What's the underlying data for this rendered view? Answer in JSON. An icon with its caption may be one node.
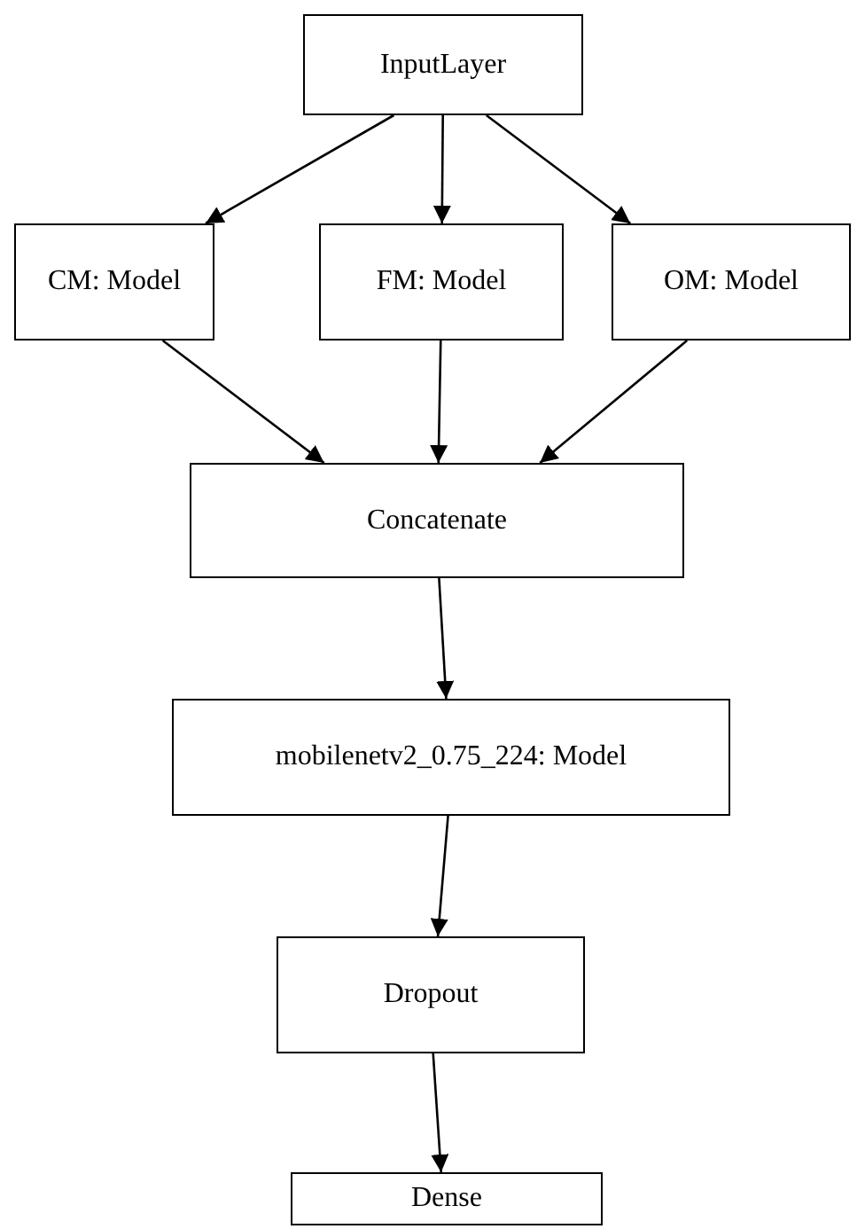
{
  "diagram": {
    "nodes": [
      {
        "text": [
          "InputLayer"
        ]
      },
      {
        "text": [
          "CM: Model"
        ]
      },
      {
        "text": [
          "FM: Model"
        ]
      },
      {
        "text": [
          "OM: Model"
        ]
      },
      {
        "text": [
          "Concatenate"
        ]
      },
      {
        "text": [
          "mobilenetv2_0.75_224: Model"
        ]
      },
      {
        "text": [
          "Dropout"
        ]
      },
      {
        "text": [
          "Dense"
        ]
      }
    ],
    "edges": [
      {
        "from": 0,
        "to": 1,
        "arrow": "to"
      },
      {
        "from": 0,
        "to": 2,
        "arrow": "to"
      },
      {
        "from": 0,
        "to": 3,
        "arrow": "to"
      },
      {
        "from": 1,
        "to": 4,
        "arrow": "to"
      },
      {
        "from": 2,
        "to": 4,
        "arrow": "to"
      },
      {
        "from": 3,
        "to": 4,
        "arrow": "to"
      },
      {
        "from": 4,
        "to": 5,
        "arrow": "to"
      },
      {
        "from": 5,
        "to": 6,
        "arrow": "to"
      },
      {
        "from": 6,
        "to": 7,
        "arrow": "to"
      }
    ]
  }
}
